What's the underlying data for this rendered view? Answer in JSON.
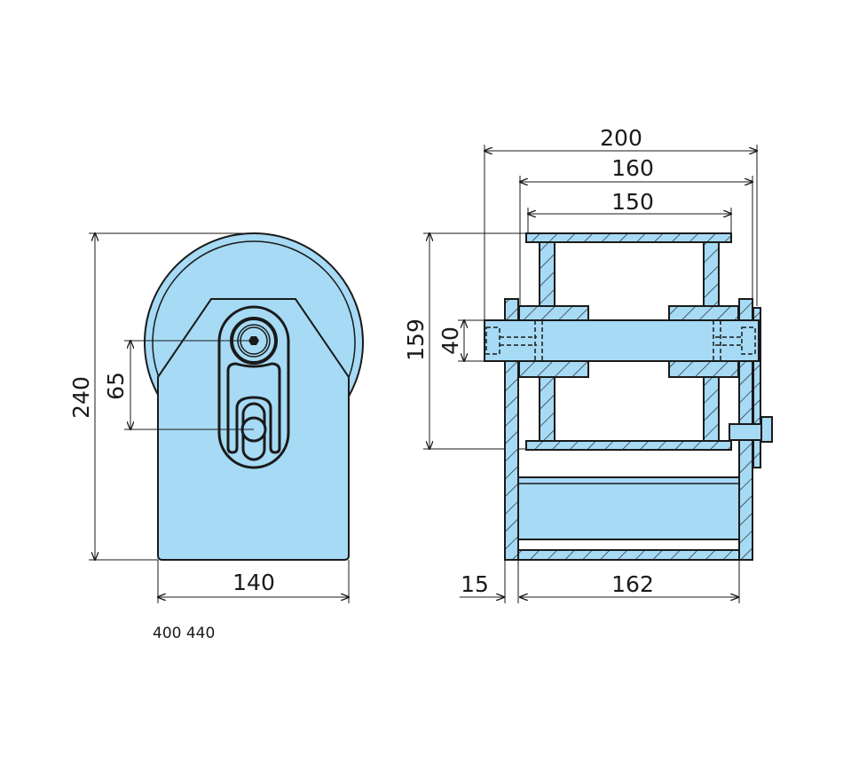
{
  "drawing": {
    "article_number": "400 440",
    "fill_color": "#a6daf5",
    "line_color": "#1a1a1a",
    "front_view": {
      "dimensions": {
        "height": "240",
        "axle_offset": "65",
        "width": "140"
      }
    },
    "side_view": {
      "dimensions": {
        "overall_width": "200",
        "plate_width": "160",
        "wheel_width": "150",
        "wheel_diameter": "159",
        "axle_diameter": "40",
        "plate_thickness": "15",
        "inner_width": "162"
      }
    }
  }
}
